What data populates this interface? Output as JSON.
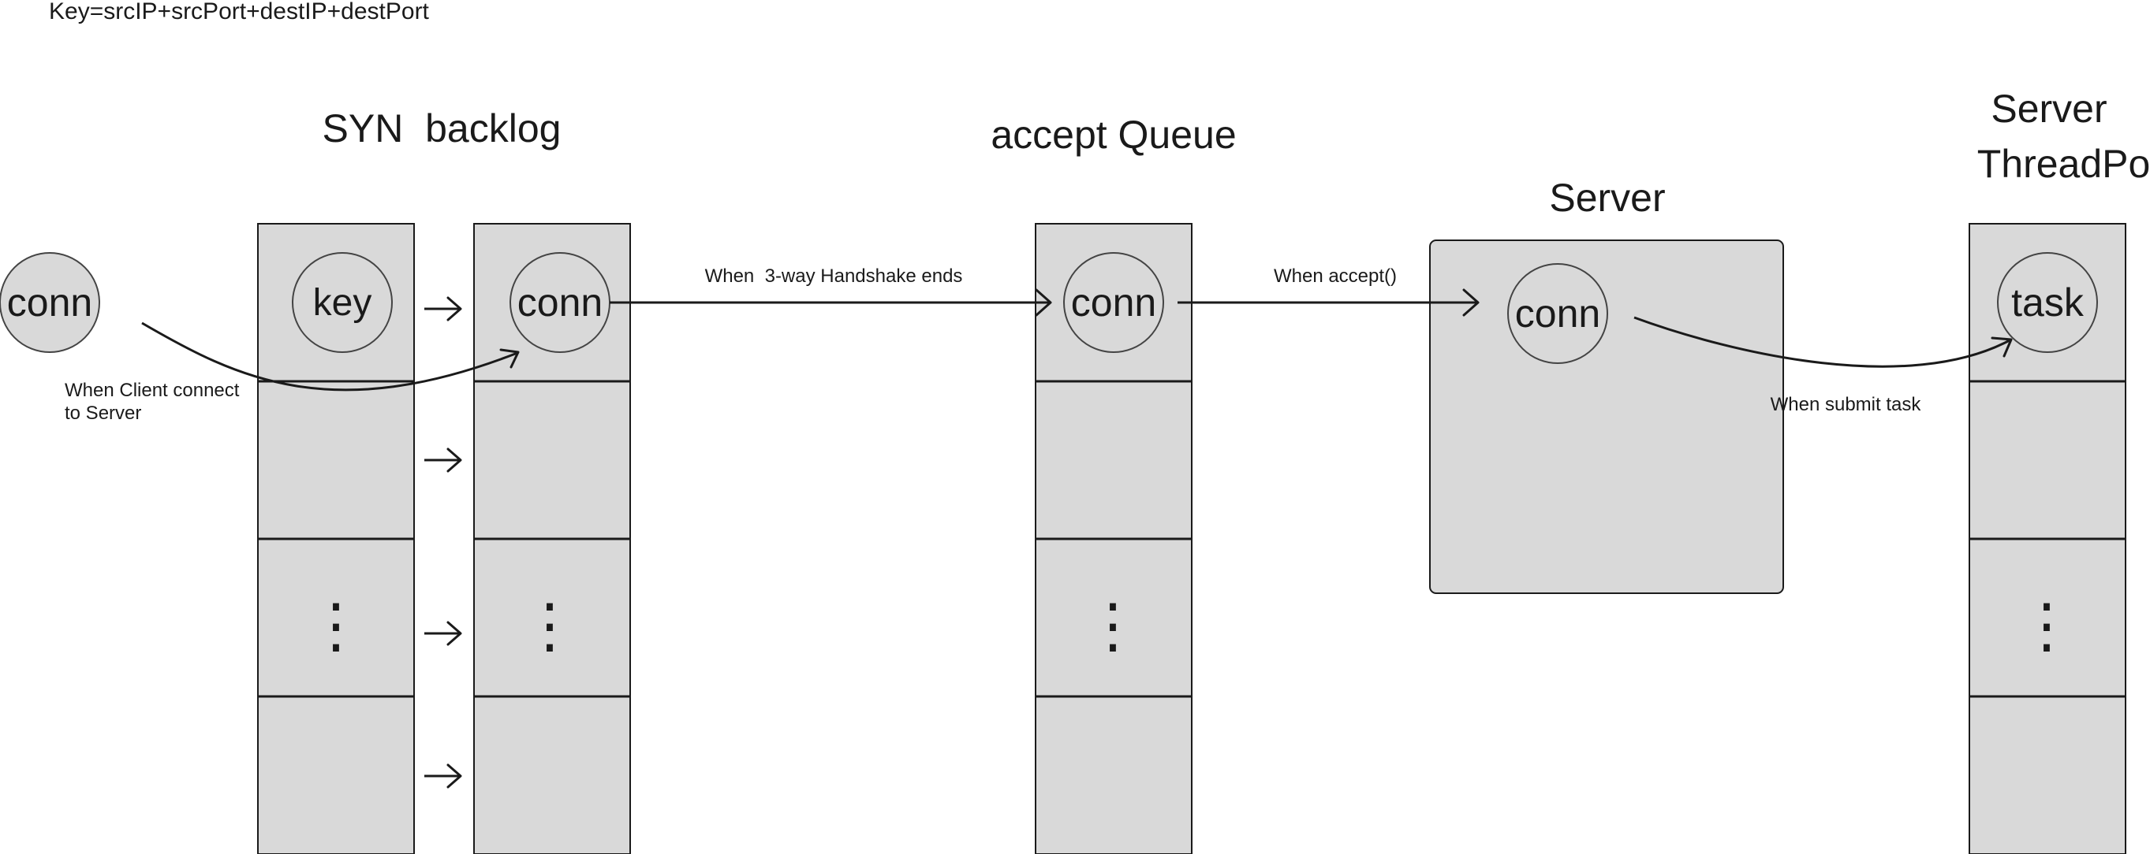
{
  "header": {
    "key_definition": "Key=srcIP+srcPort+destIP+destPort"
  },
  "titles": {
    "syn_backlog": "SYN  backlog",
    "accept_queue": "accept Queue",
    "server": "Server",
    "threadpool_line1": "Server",
    "threadpool_line2": "ThreadPool"
  },
  "nodes": {
    "client_conn": "conn",
    "key": "key",
    "syn_conn": "conn",
    "accept_conn": "conn",
    "server_conn": "conn",
    "pool_task": "task"
  },
  "edges": {
    "client_connect_line1": "When Client connect",
    "client_connect_line2": "to Server",
    "handshake": "When  3-way Handshake ends",
    "accept": "When accept()",
    "submit": "When submit task"
  },
  "ellipsis": "⋮",
  "colors": {
    "fill": "#d9d9d9",
    "stroke": "#1a1a1a",
    "background": "#ffffff"
  }
}
